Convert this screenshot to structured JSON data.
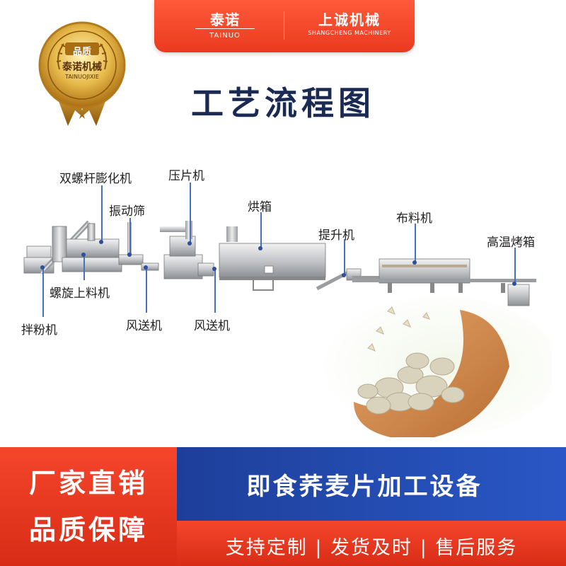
{
  "brand": {
    "left_cn": "泰诺",
    "left_en": "TAINUO",
    "right_cn": "上诚机械",
    "right_en": "SHANGCHENG MACHINERY"
  },
  "seal": {
    "top": "品质",
    "middle": "泰诺机械",
    "bottom": "TAINUOJIXIE"
  },
  "title": "工艺流程图",
  "process_labels": {
    "twin_screw_extruder": "双螺杆膨化机",
    "vibrating_sieve": "振动筛",
    "tablet_press": "压片机",
    "oven": "烘箱",
    "elevator": "提升机",
    "distributor": "布料机",
    "high_temp_oven": "高温烤箱",
    "screw_feeder": "螺旋上料机",
    "powder_mixer": "拌粉机",
    "air_conveyor_1": "风送机",
    "air_conveyor_2": "风送机"
  },
  "banners": {
    "left_line1": "厂家直销",
    "left_line2": "品质保障",
    "product_name": "即食荞麦片加工设备",
    "services": "支持定制 | 发货及时 | 售后服务"
  },
  "colors": {
    "brand_red": "#ea3a1f",
    "title_navy": "#1a2a52",
    "banner_blue": "#1d3f9a"
  }
}
